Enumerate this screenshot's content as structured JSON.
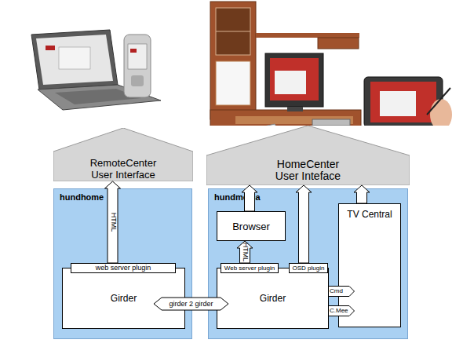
{
  "diagram": {
    "nodes": [
      {
        "text": [
          "RemoteCenter User Interface"
        ]
      },
      {
        "text": [
          "HomeCenter User Inteface"
        ]
      },
      {
        "text": [
          "hundhome"
        ]
      },
      {
        "text": [
          "Girder"
        ],
        "in": 2
      },
      {
        "text": [
          "web server plugin"
        ],
        "in": 3
      },
      {
        "text": [
          "hundmedia"
        ]
      },
      {
        "text": [
          "Browser"
        ],
        "in": 5
      },
      {
        "text": [
          "TV Central"
        ],
        "in": 5
      },
      {
        "text": [
          "Girder"
        ],
        "in": 5
      },
      {
        "text": [
          "Web server plugin"
        ],
        "in": 8
      },
      {
        "text": [
          "OSD plugin"
        ],
        "in": 8
      },
      {
        "text": [
          "Cmd"
        ],
        "in": 7
      },
      {
        "text": [
          "C.Mee"
        ],
        "in": 7
      }
    ],
    "edges": [
      {
        "from": 4,
        "to": 0,
        "arrow": "to",
        "label": "HTML"
      },
      {
        "from": 9,
        "to": 6,
        "arrow": "to",
        "label": "HTML"
      },
      {
        "from": 6,
        "to": 1,
        "arrow": "to"
      },
      {
        "from": 10,
        "to": 1,
        "arrow": "to"
      },
      {
        "from": 7,
        "to": 1,
        "arrow": "to"
      },
      {
        "from": 3,
        "to": 8,
        "arrow": "both",
        "label": "girder 2 girder"
      }
    ]
  }
}
